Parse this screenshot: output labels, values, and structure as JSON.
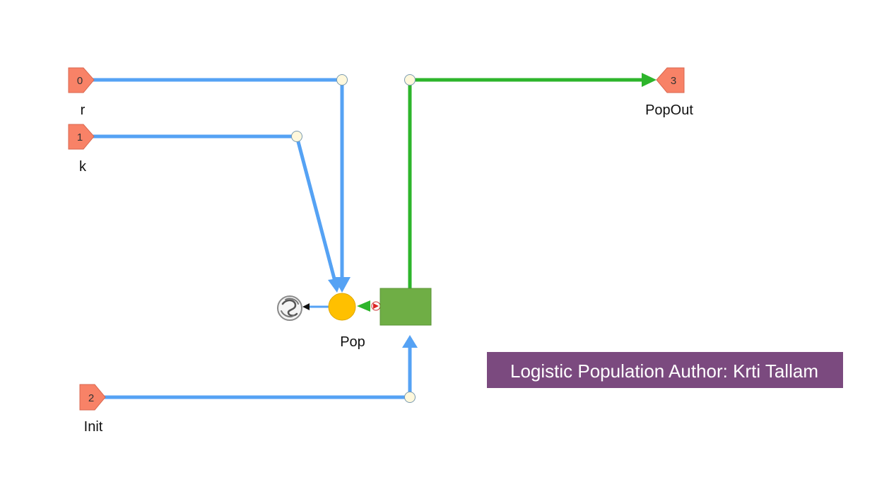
{
  "colors": {
    "port_fill": "#F88267",
    "port_stroke": "#D9674F",
    "input_wire": "#55A2F4",
    "output_wire": "#2DB52B",
    "node_fill": "#FFF8DC",
    "pop_fill": "#FFC000",
    "block_fill": "#6FAE45",
    "annotation_bg": "#7B4A7F",
    "annotation_text": "#FFFFFF"
  },
  "inports": [
    {
      "number": "0",
      "name": "r"
    },
    {
      "number": "1",
      "name": "k"
    },
    {
      "number": "2",
      "name": "Init"
    }
  ],
  "outports": [
    {
      "number": "3",
      "name": "PopOut"
    }
  ],
  "population": {
    "label": "Pop",
    "icon": "mixer-icon"
  },
  "annotation": {
    "text": "Logistic Population Author: Krti Tallam"
  }
}
